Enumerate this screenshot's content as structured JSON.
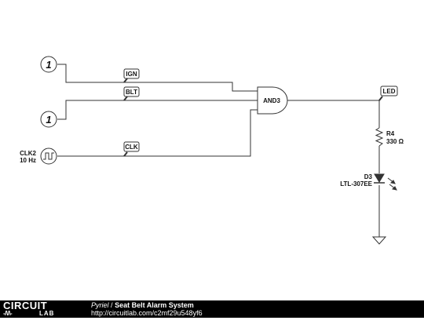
{
  "schematic": {
    "inputs": [
      {
        "symbol": "1"
      },
      {
        "symbol": "1"
      }
    ],
    "clock": {
      "name": "CLK2",
      "frequency": "10 Hz"
    },
    "net_labels": {
      "ign": "IGN",
      "blt": "BLT",
      "clk": "CLK",
      "led": "LED"
    },
    "gate": {
      "name": "AND3"
    },
    "resistor": {
      "name": "R4",
      "value": "330 Ω"
    },
    "led": {
      "name": "D3",
      "part": "LTL-307EE"
    }
  },
  "footer": {
    "brand_top": "CIRCUIT",
    "brand_bottom": "LAB",
    "brand_symbols": "-/\\/\\--",
    "author": "Pyriel",
    "separator": "/",
    "title": "Seat Belt Alarm System",
    "url": "http://circuitlab.com/c2mf29u548yf6"
  }
}
